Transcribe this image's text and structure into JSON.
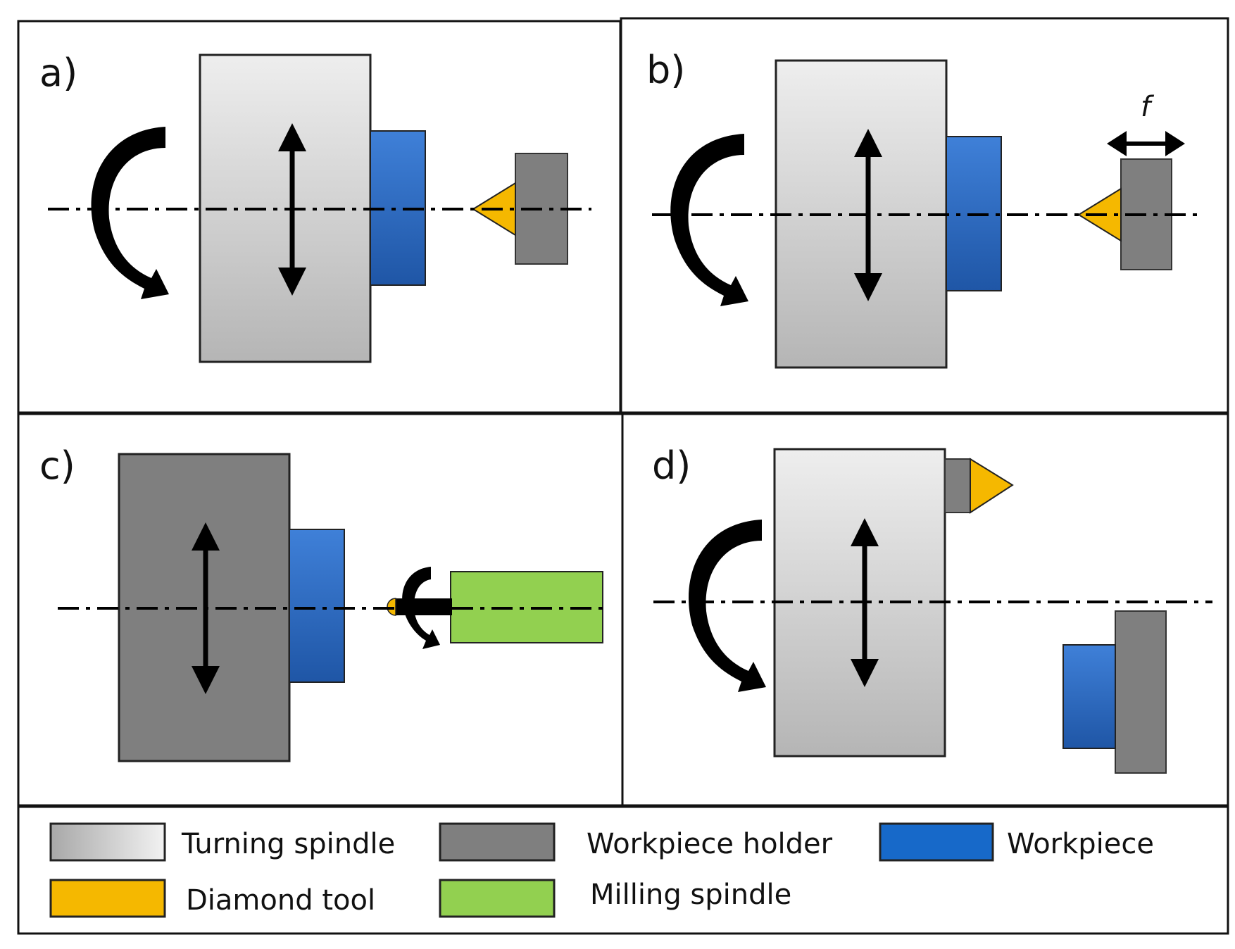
{
  "panels": {
    "a": {
      "label": "a)"
    },
    "b": {
      "label": "b)",
      "feed_label": "f"
    },
    "c": {
      "label": "c)"
    },
    "d": {
      "label": "d)"
    }
  },
  "legend": {
    "turning_spindle": "Turning spindle",
    "workpiece_holder": "Workpiece holder",
    "workpiece": "Workpiece",
    "diamond_tool": "Diamond tool",
    "milling_spindle": "Milling spindle"
  },
  "colors": {
    "workpiece": "#2f6fc4",
    "holder": "#7f7f7f",
    "tool": "#f5b800",
    "milling": "#92d050",
    "spindle_light": "#ececec",
    "spindle_dark": "#b8b8b8"
  }
}
